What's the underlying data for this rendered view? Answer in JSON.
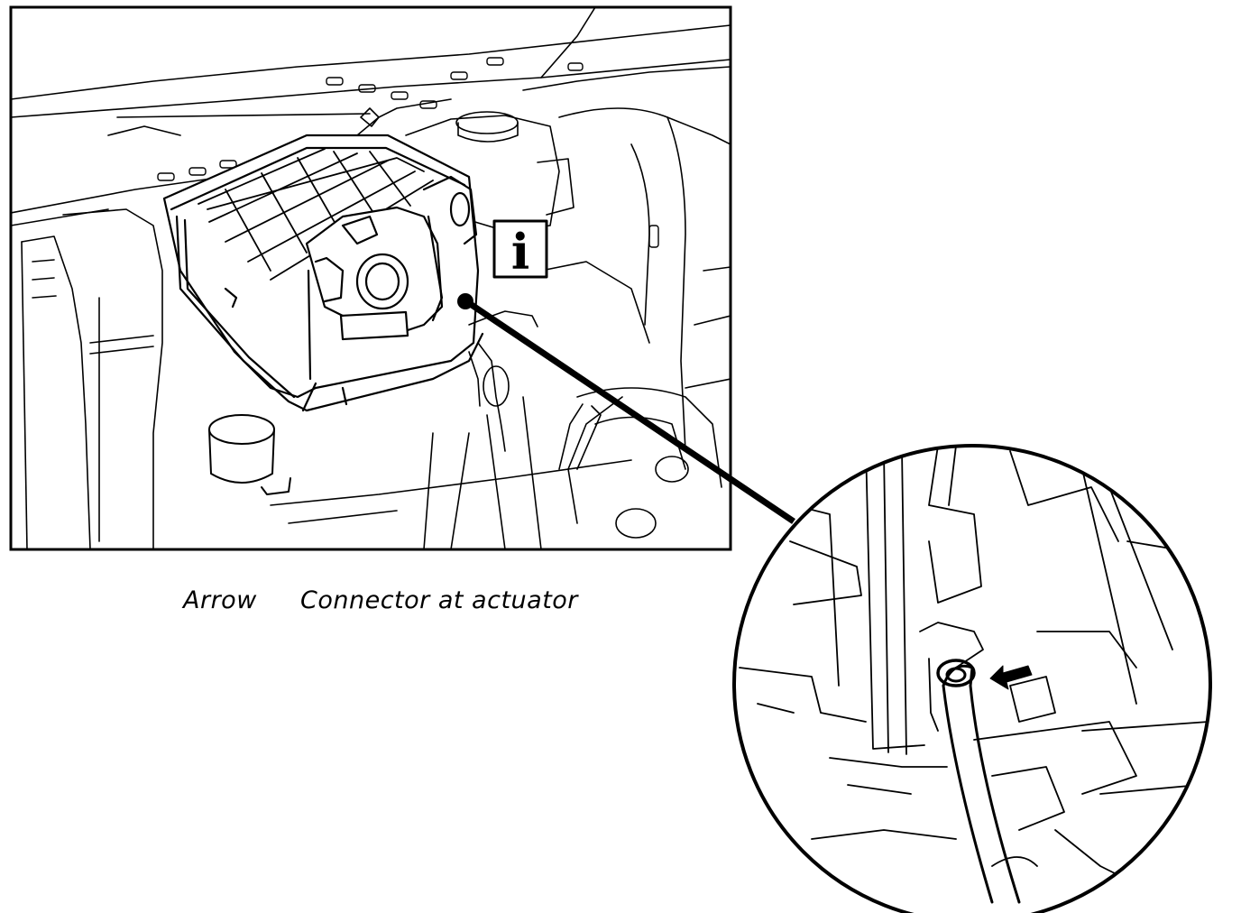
{
  "figure": {
    "info_glyph": "i",
    "caption": {
      "term": "Arrow",
      "description": "Connector at actuator"
    },
    "icons": {
      "info": "info-icon",
      "pointer": "arrow-icon"
    }
  }
}
